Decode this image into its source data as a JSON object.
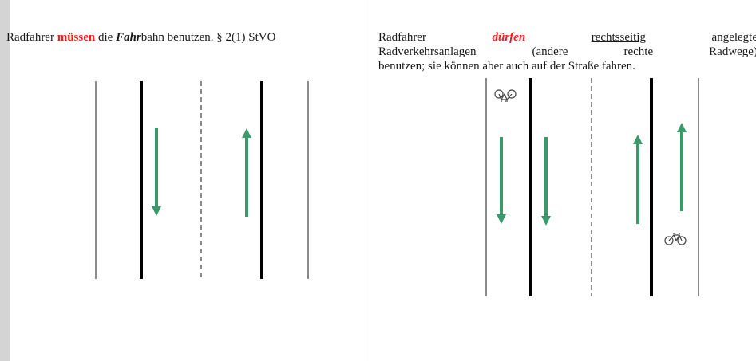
{
  "left_cell": {
    "t1": "Radfahrer ",
    "t2": "müssen",
    "t3": " die ",
    "t4": "Fahr",
    "t5": "bahn benutzen. § 2(1) StVO"
  },
  "right_cell": {
    "w1": "Radfahrer",
    "w2": "dürfen",
    "w3": "rechtsseitig",
    "w4": "angelegte",
    "w5": "Radverkehrsanlagen",
    "w6": "(andere",
    "w7": "rechte",
    "w8": "Radwege)",
    "line3": "benutzen; sie können aber auch auf der Straße fahren."
  },
  "colors": {
    "arrow": "#3a9a6a",
    "emphasis": "#ff1a1a"
  },
  "icons": [
    "bicycle-icon",
    "bicycle-icon"
  ]
}
